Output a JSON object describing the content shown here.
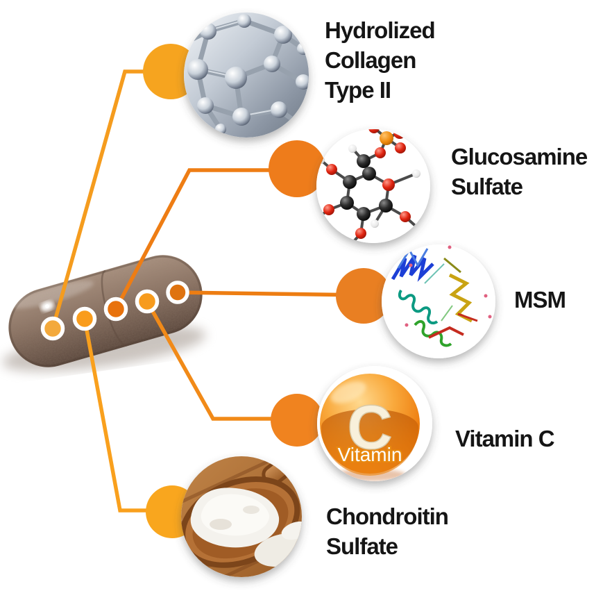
{
  "infographic": {
    "background_color": "#FFFFFF",
    "text_color": "#151515",
    "capsule": {
      "icon": "brown-supplement-capsule",
      "body_color": "#8B7364",
      "dot_count": 5
    },
    "ingredients": [
      {
        "id": "hydrolized-collagen-type-2",
        "label": "Hydrolized\nCollagen\nType II",
        "icon": "collagen-molecule-image",
        "tab_color": "#F6A41F",
        "dot_color": "#F3A93C",
        "line_color": "#F59C1E"
      },
      {
        "id": "glucosamine-sulfate",
        "label": "Glucosamine\nSulfate",
        "icon": "glucosamine-molecule-image",
        "tab_color": "#EE7C1B",
        "dot_color": "#E8720C",
        "line_color": "#EE7D14"
      },
      {
        "id": "msm",
        "label": "MSM",
        "icon": "msm-protein-ribbon-image",
        "tab_color": "#E97F22",
        "dot_color": "#DF7310",
        "line_color": "#ED7D12"
      },
      {
        "id": "vitamin-c",
        "label": "Vitamin C",
        "icon": "vitamin-c-sphere-image",
        "tab_color": "#F0831F",
        "dot_color": "#F79B1D",
        "line_color": "#F18A18",
        "sphere_letter": "C",
        "sphere_word": "Vitamin"
      },
      {
        "id": "chondroitin-sulfate",
        "label": "Chondroitin\nSulfate",
        "icon": "chondroitin-powder-spoon-image",
        "tab_color": "#F9A61E",
        "dot_color": "#F99C1C",
        "line_color": "#F9A01D"
      }
    ]
  }
}
